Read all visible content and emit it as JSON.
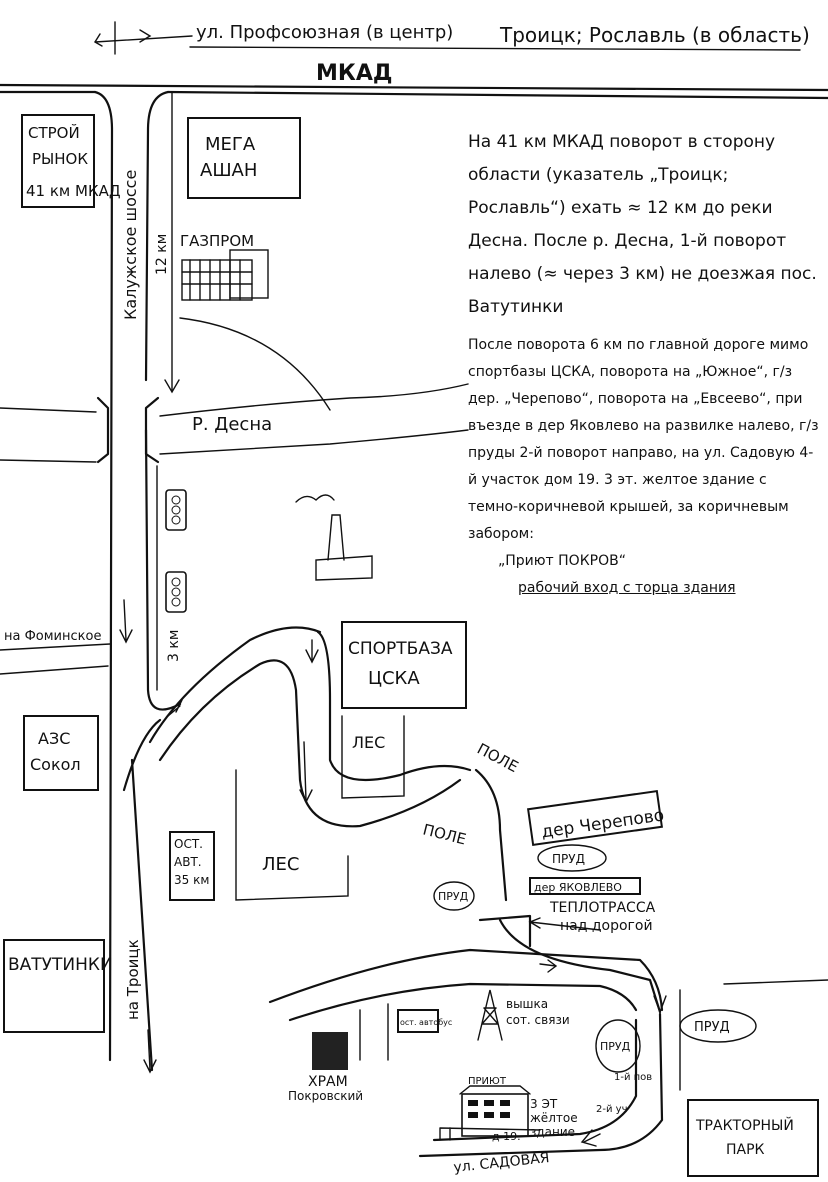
{
  "top_direction": {
    "left": "ул. Профсоюзная (в центр)",
    "right": "Троицк; Рославль (в область)"
  },
  "mkad_label": "МКАД",
  "labels": {
    "stroy_rynok": "СТРОЙ РЫНОК 41 км МКАД",
    "mega_ashan": "МЕГА АШАН",
    "gazprom": "ГАЗПРОМ",
    "kaluzhskoe": "Калужское шоссе",
    "km12": "12 км",
    "desna": "Р. Десна",
    "na_fominskoe": "на Фоминское",
    "km3": "3 км",
    "sportbaza": "СПОРТБАЗА ЦСКА",
    "azs": "АЗС Сокол",
    "les1": "ЛЕС",
    "les2": "ЛЕС",
    "pole1": "ПОЛЕ",
    "pole2": "ПОЛЕ",
    "ost": "ОСТ. АВТ. 35 км",
    "vatutinki": "ВАТУТИНКИ",
    "na_troitsk": "на Троицк",
    "der_cherepovo": "дер Черепово",
    "prud": "ПРУД",
    "der_yakovlevo": "дер ЯКОВЛЕВО",
    "teplotrassa": "ТЕПЛОТРАССА над дорогой",
    "vyshka": "вышка сот. связи",
    "ost_avtobus": "ост. автобус",
    "khram": "ХРАМ Покровский",
    "priyut": "ПРИЮТ",
    "zheltoe": "3 ЭТ жёлтое здание",
    "dom19": "д 19.",
    "ul_sadovaya": "ул. САДОВАЯ",
    "traktorny": "ТРАКТОРНЫЙ ПАРК",
    "first_tm": "1-й пов",
    "second_tm": "2-й уч"
  },
  "note": {
    "p1": "На 41 км МКАД поворот в сторону области (указатель „Троицк; Рославль“) ехать ≈ 12 км до реки Десна. После р. Десна, 1-й поворот налево (≈ через 3 км) не доезжая пос. Ватутинки",
    "p2": "После поворота 6 км по главной дороге мимо спортбазы ЦСКА, поворота на „Южное“, г/з дер. „Черепово“, поворота на „Евсеево“, при въезде в дер Яковлево на развилке налево, г/з пруды 2-й поворот направо, на ул. Садовую 4-й участок дом 19. 3 эт. желтое здание с темно-коричневой крышей, за коричневым забором:",
    "p3": "„Приют ПОКРОВ“",
    "p4": "рабочий вход с торца здания"
  }
}
